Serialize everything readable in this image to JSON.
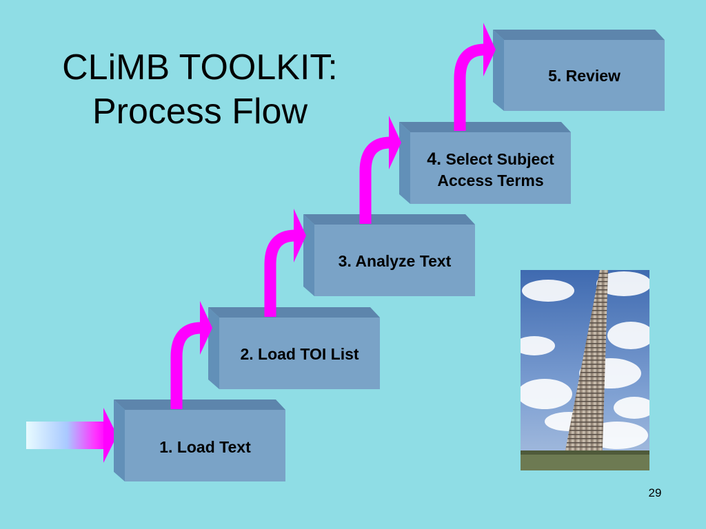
{
  "slide": {
    "title_line1": "CLiMB TOOLKIT:",
    "title_line2": "Process Flow",
    "page_number": "29"
  },
  "colors": {
    "background": "#8fdde5",
    "box_face": "#7aa3c7",
    "box_side": "#6290b8",
    "box_top": "#5d85ac",
    "arrow": "#ff00ff"
  },
  "steps": [
    {
      "number": "1.",
      "label": "Load Text"
    },
    {
      "number": "2.",
      "label": "Load TOI List"
    },
    {
      "number": "3.",
      "label": "Analyze Text"
    },
    {
      "number": "4.",
      "label_line1": "Select Subject",
      "label_line2": "Access Terms"
    },
    {
      "number": "5.",
      "label": "Review"
    }
  ],
  "image": {
    "icon": "stair-tower-photo"
  }
}
